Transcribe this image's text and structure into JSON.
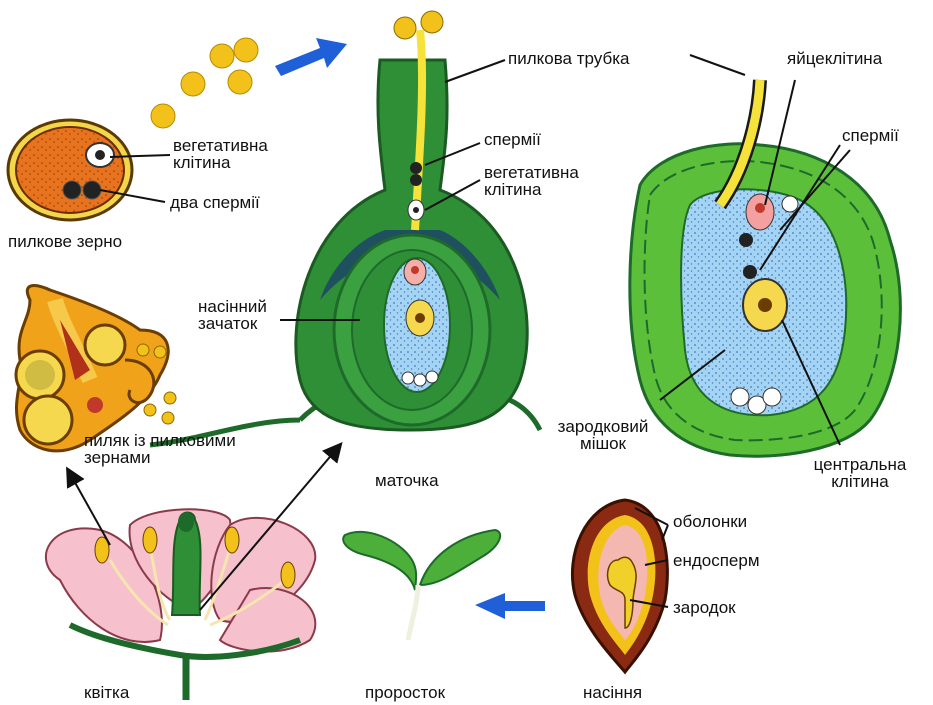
{
  "labels": {
    "pollen_grain": "пилкове зерно",
    "vegetative_cell_1": "вегетативна клітина",
    "two_sperms": "два спермії",
    "anther": "пиляк із пилковими зернами",
    "pollen_tube": "пилкова трубка",
    "sperms_1": "спермії",
    "vegetative_cell_2": "вегетативна клітина",
    "ovule": "насінний зачаток",
    "pistil": "маточка",
    "egg_cell": "яйцеклітина",
    "sperms_2": "спермії",
    "embryo_sac": "зародковий мішок",
    "central_cell": "центральна клітина",
    "coats": "оболонки",
    "endosperm": "ендосперм",
    "embryo": "зародок",
    "flower": "квітка",
    "seedling": "проросток",
    "seed": "насіння"
  },
  "colors": {
    "pollen": "#f2c21a",
    "arrow_blue": "#1f5fd8",
    "green_dark": "#1e6a2a",
    "green_mid": "#2f8f36",
    "green_light": "#4caf3a",
    "embryo_sac_blue": "#8fc8f0",
    "orange": "#e8731e",
    "seed_brown": "#8a2a12",
    "petal_pink": "#f6b4c4"
  }
}
